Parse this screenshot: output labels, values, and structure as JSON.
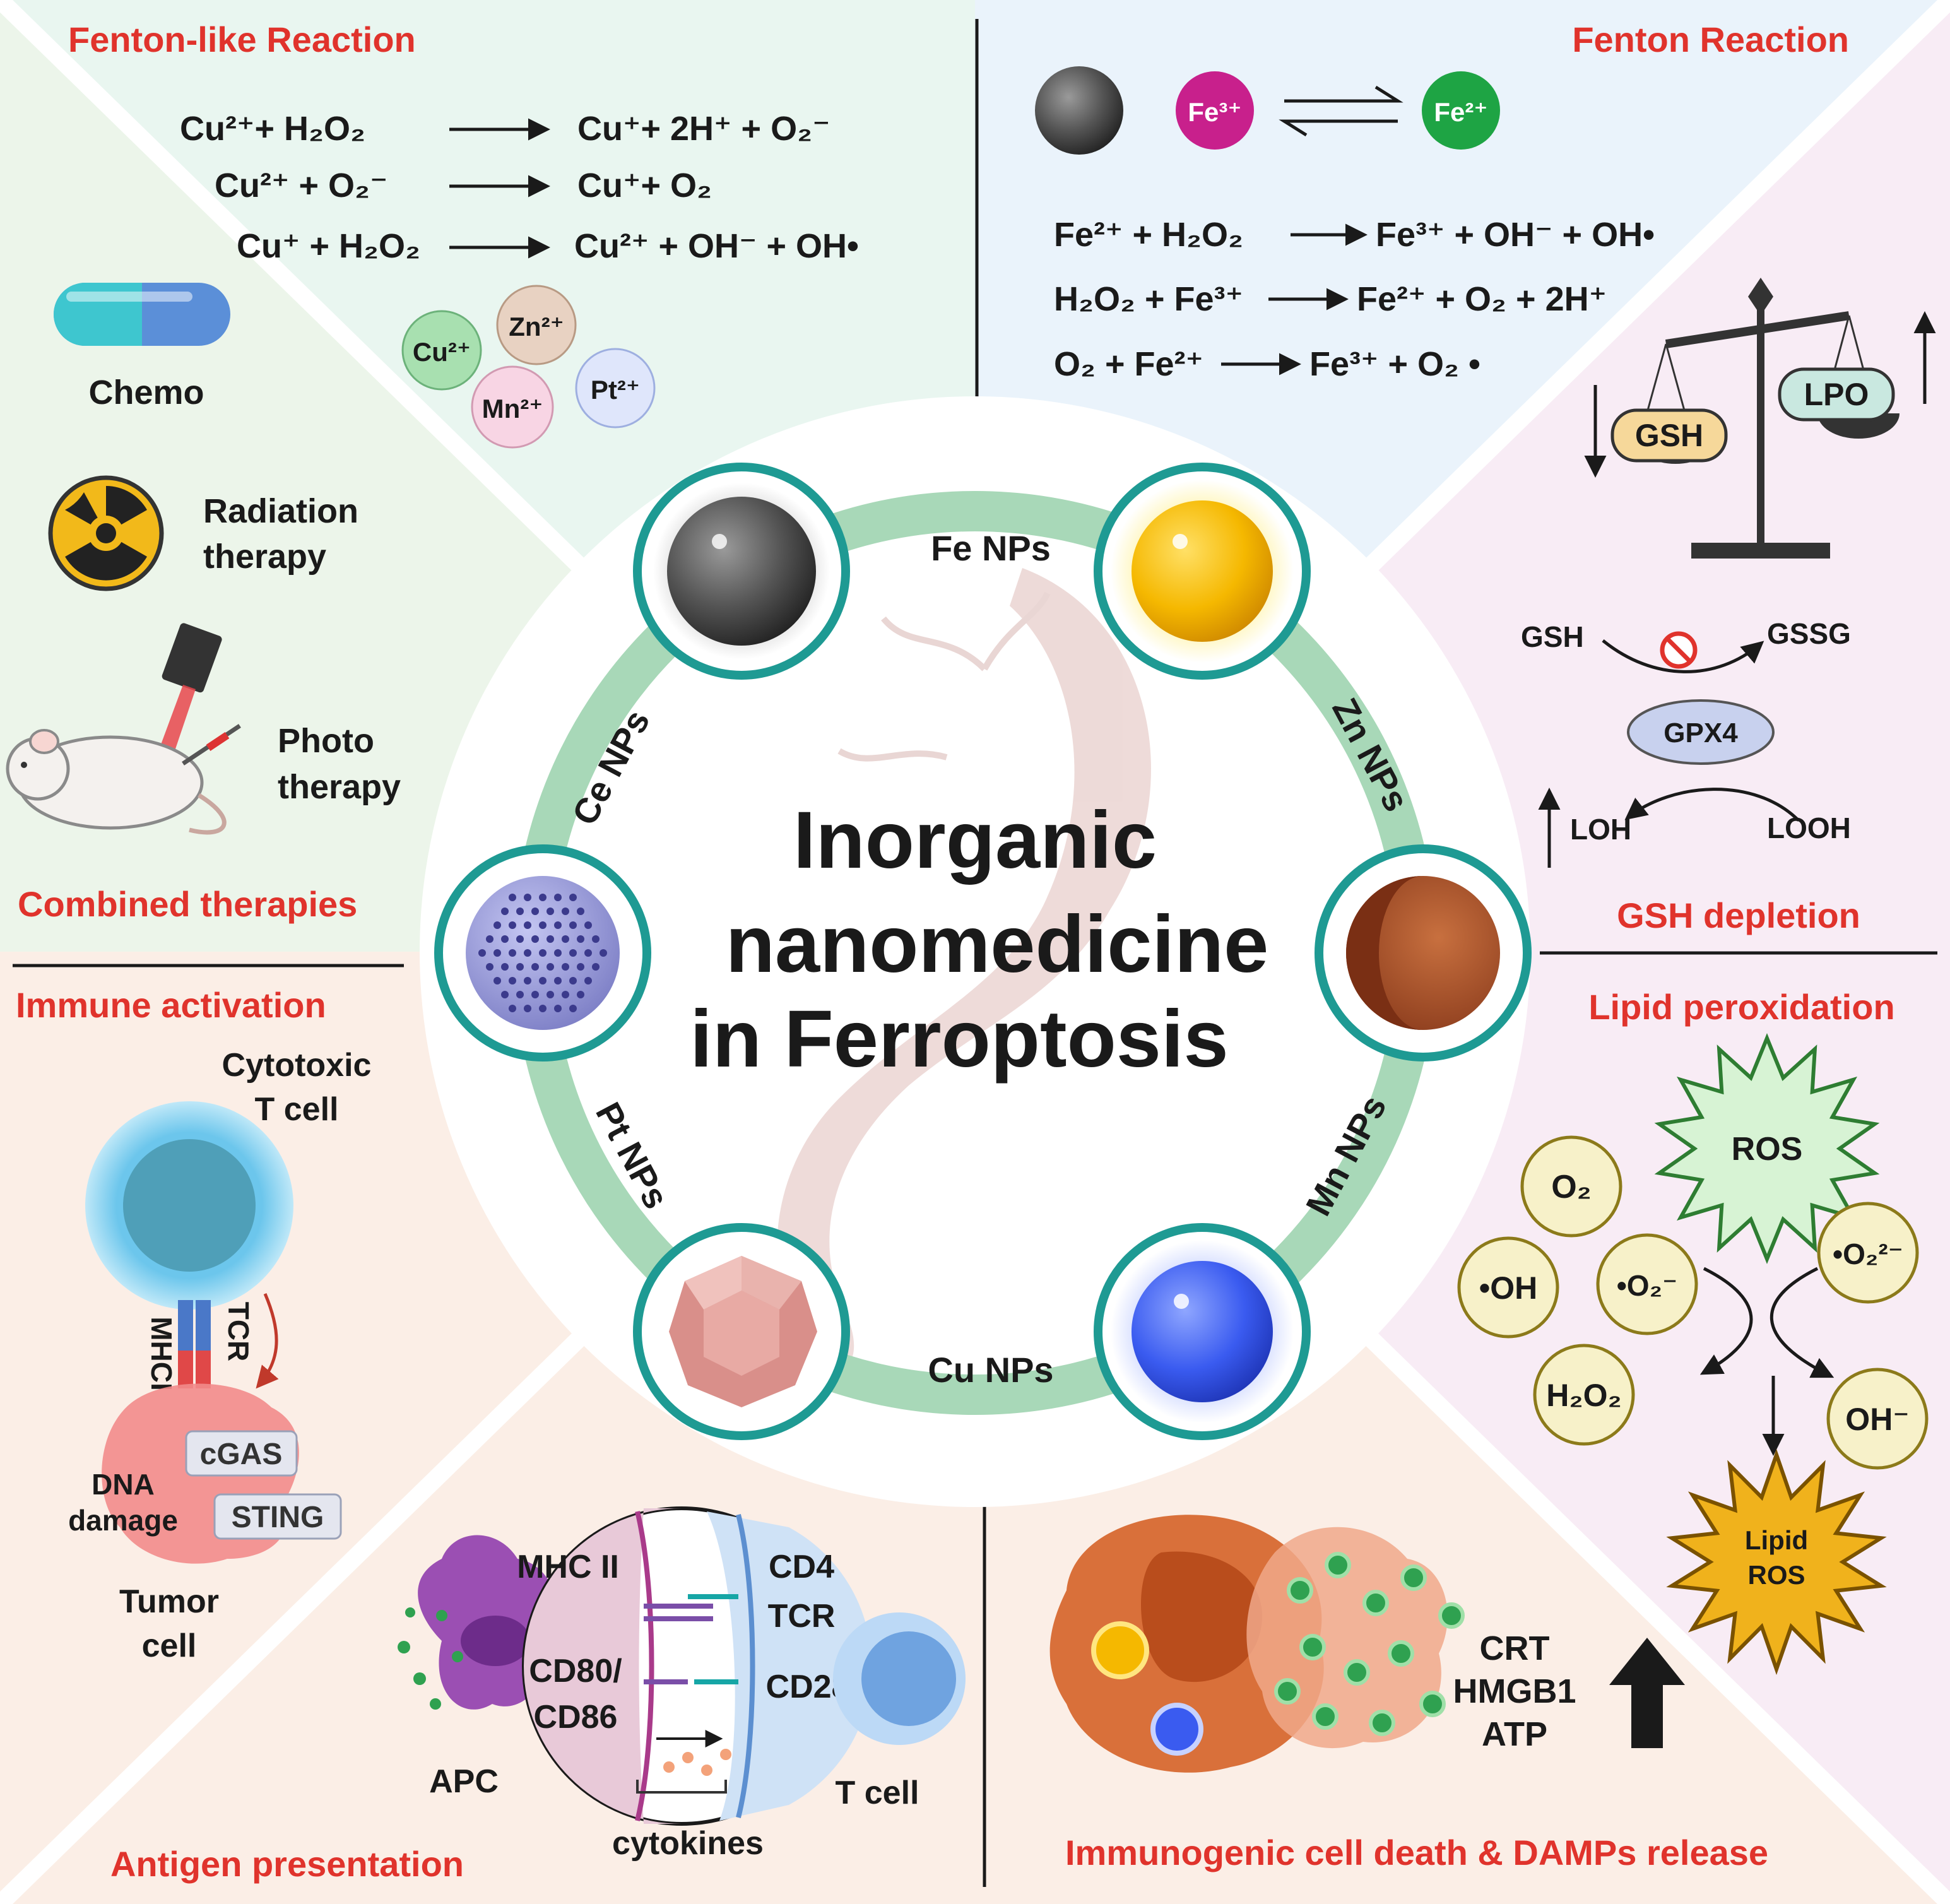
{
  "center": {
    "title_lines": [
      "Inorganic",
      "nanomedicine",
      "in Ferroptosis"
    ],
    "ring_labels": {
      "fe": "Fe NPs",
      "zn": "Zn NPs",
      "mn": "Mn NPs",
      "cu": "Cu NPs",
      "pt": "Pt NPs",
      "ce": "Ce NPs"
    }
  },
  "fenton_like": {
    "title": "Fenton-like Reaction",
    "reactions": [
      {
        "lhs": "Cu²⁺+ H₂O₂",
        "rhs": "Cu⁺+ 2H⁺ + O₂⁻"
      },
      {
        "lhs": "Cu²⁺ + O₂⁻",
        "rhs": "Cu⁺+ O₂"
      },
      {
        "lhs": "Cu⁺ + H₂O₂",
        "rhs": "Cu²⁺ + OH⁻ + OH•"
      }
    ],
    "ions": [
      "Cu²⁺",
      "Zn²⁺",
      "Mn²⁺",
      "Pt²⁺"
    ]
  },
  "fenton": {
    "title": "Fenton Reaction",
    "fe3_label": "Fe³⁺",
    "fe2_label": "Fe²⁺",
    "reactions": [
      {
        "lhs": "Fe²⁺ + H₂O₂",
        "rhs": "Fe³⁺ + OH⁻ + OH•"
      },
      {
        "lhs": "H₂O₂ + Fe³⁺",
        "rhs": "Fe²⁺ + O₂ + 2H⁺"
      },
      {
        "lhs": "O₂ + Fe²⁺",
        "rhs": "Fe³⁺ + O₂ •"
      }
    ]
  },
  "gsh_depletion": {
    "title": "GSH depletion",
    "balance_left": "GSH",
    "balance_right": "LPO",
    "gsh": "GSH",
    "gssg": "GSSG",
    "gpx4": "GPX4",
    "loh": "LOH",
    "looh": "LOOH"
  },
  "combined": {
    "title": "Combined therapies",
    "chemo": "Chemo",
    "radiation": [
      "Radiation",
      "therapy"
    ],
    "photo": [
      "Photo",
      "therapy"
    ]
  },
  "immune": {
    "title": "Immune activation",
    "t_cell": [
      "Cytotoxic",
      "T cell"
    ],
    "tcr": "TCR",
    "mhci": "MHCI",
    "cgas": "cGAS",
    "sting": "STING",
    "dna": [
      "DNA",
      "damage"
    ],
    "tumor": [
      "Tumor",
      "cell"
    ]
  },
  "antigen": {
    "title": "Antigen presentation",
    "apc": "APC",
    "mhc2": "MHC II",
    "cd80": [
      "CD80/",
      "CD86"
    ],
    "cd4": "CD4",
    "tcr": "TCR",
    "cd28": "CD28",
    "cytokines": "cytokines",
    "t_cell": "T cell"
  },
  "icd": {
    "title": "Immunogenic cell death & DAMPs release",
    "damps": [
      "CRT",
      "HMGB1",
      "ATP"
    ]
  },
  "lipid": {
    "title": "Lipid peroxidation",
    "ros": "ROS",
    "o2": "O₂",
    "oh_rad": "•OH",
    "o2_rad": "•O₂⁻",
    "o2_2": "•O₂²⁻",
    "h2o2": "H₂O₂",
    "oh_minus": "OH⁻",
    "lipid_ros": [
      "Lipid",
      "ROS"
    ]
  },
  "colors": {
    "title_red": "#e0332c",
    "ring_green": "#a8d8b8",
    "circle_border": "#1e9a93",
    "bg_top_left": "#e9f6f0",
    "bg_top_right": "#eaf3fb",
    "bg_right": "#f8ecf5",
    "bg_bottom": "#fbeee6"
  }
}
